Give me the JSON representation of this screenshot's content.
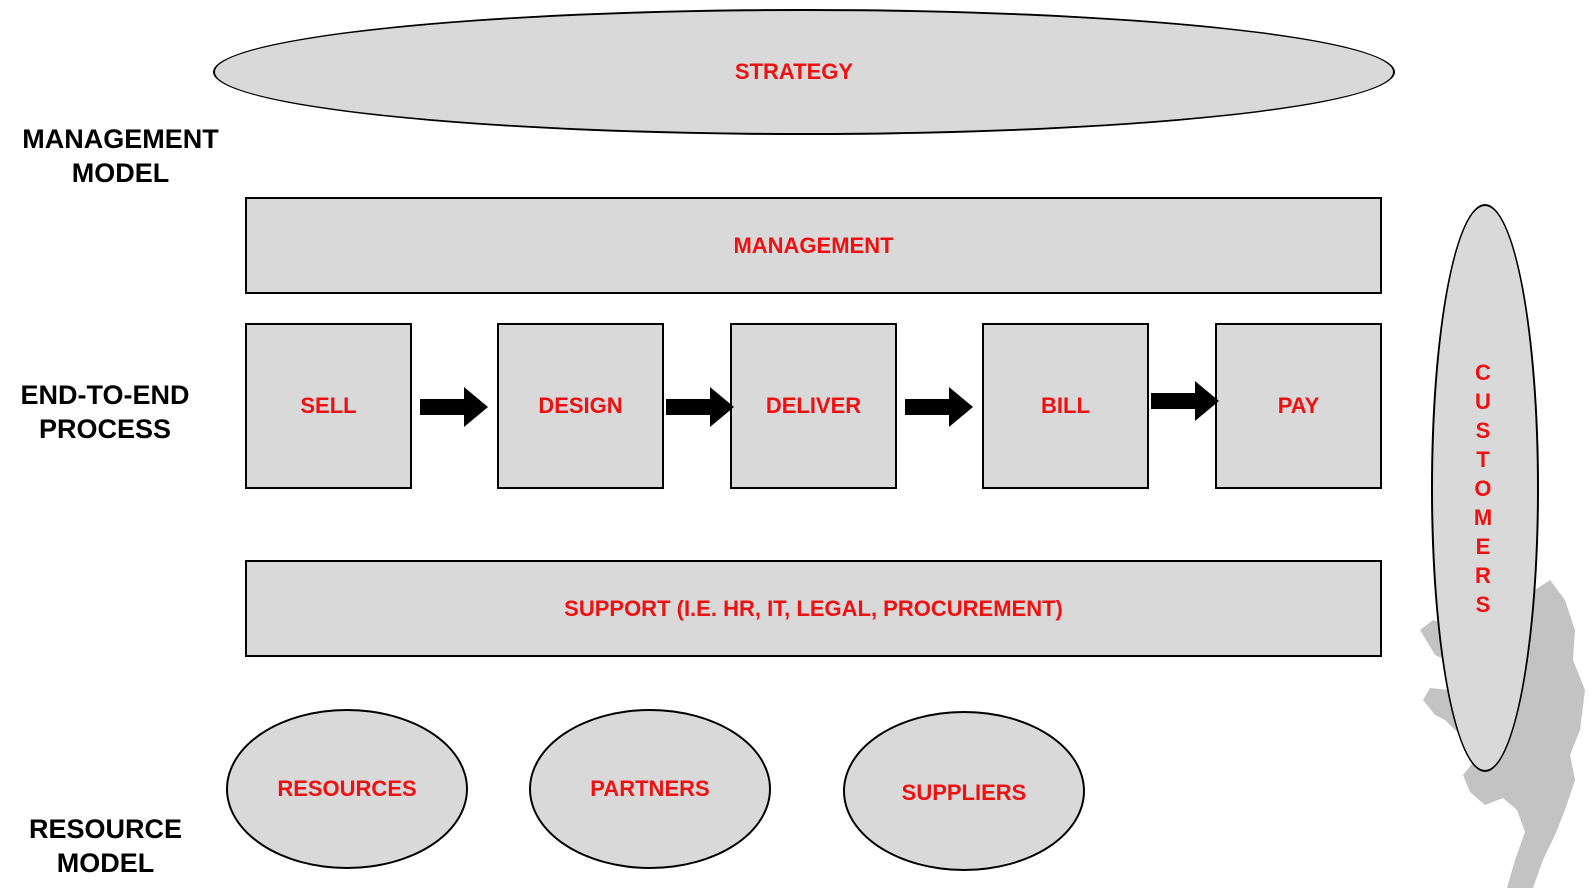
{
  "side_labels": {
    "management_model": "MANAGEMENT\nMODEL",
    "end_to_end_process": "END-TO-END\nPROCESS",
    "resource_model": "RESOURCE\nMODEL"
  },
  "strategy": "STRATEGY",
  "management": "MANAGEMENT",
  "process_steps": [
    "SELL",
    "DESIGN",
    "DELIVER",
    "BILL",
    "PAY"
  ],
  "support": "SUPPORT (I.E. HR, IT, LEGAL, PROCUREMENT)",
  "resource_items": [
    "RESOURCES",
    "PARTNERS",
    "SUPPLIERS"
  ],
  "customers_letters": [
    "C",
    "U",
    "S",
    "T",
    "O",
    "M",
    "E",
    "R",
    "S"
  ],
  "colors": {
    "shape_fill": "#d9d9d9",
    "text_accent": "#ee1111",
    "outline": "#000000"
  }
}
